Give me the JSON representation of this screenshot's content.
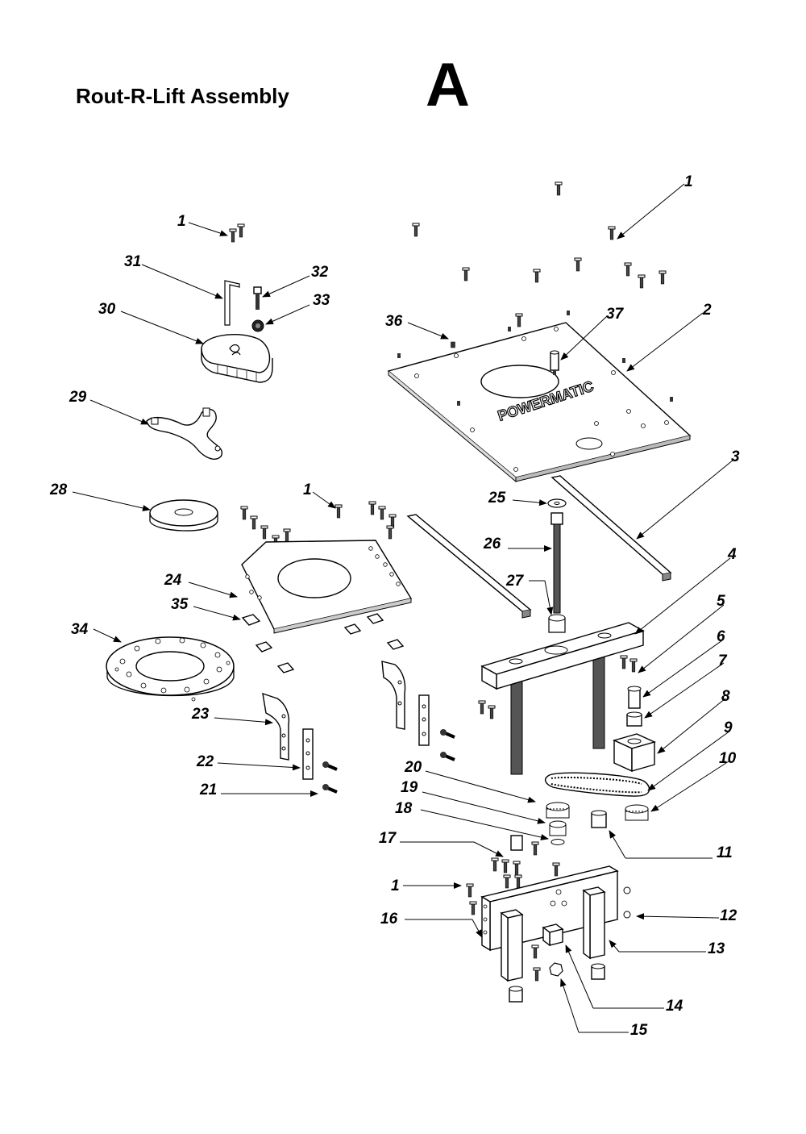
{
  "header": {
    "title": "Rout-R-Lift Assembly",
    "section_letter": "A"
  },
  "brand_text": "POWERMATIC",
  "part_labels": [
    "1",
    "1",
    "1",
    "1",
    "2",
    "3",
    "4",
    "5",
    "6",
    "7",
    "8",
    "9",
    "10",
    "11",
    "12",
    "13",
    "14",
    "15",
    "16",
    "17",
    "18",
    "19",
    "20",
    "21",
    "22",
    "23",
    "24",
    "25",
    "26",
    "27",
    "28",
    "29",
    "30",
    "31",
    "32",
    "33",
    "34",
    "35",
    "36",
    "37"
  ]
}
